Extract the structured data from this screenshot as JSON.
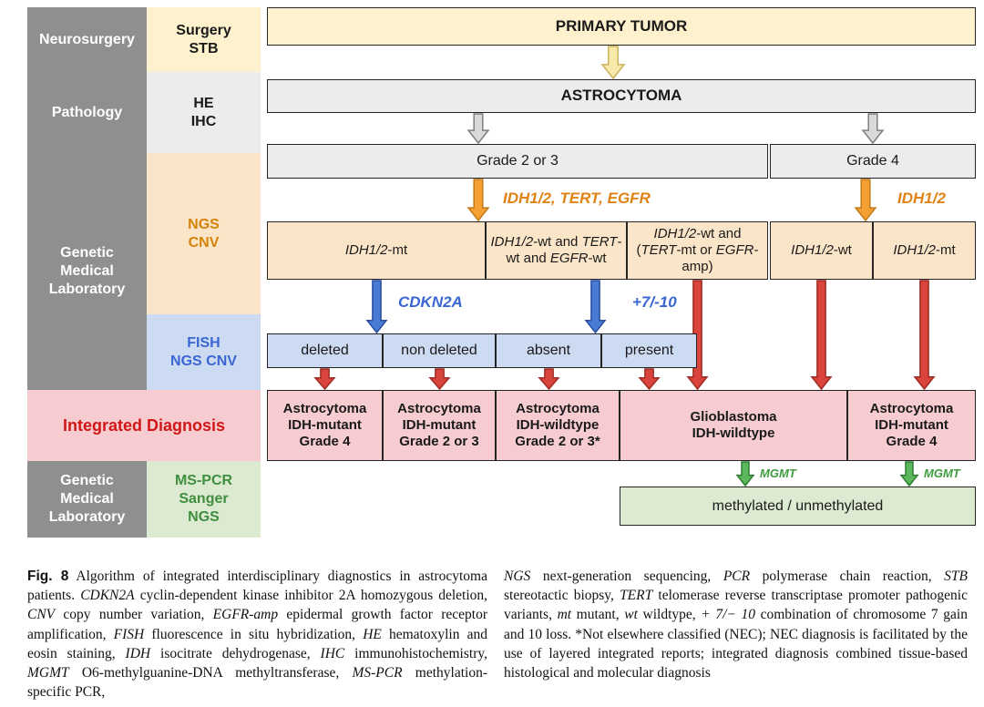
{
  "sidebar": {
    "disciplines": [
      {
        "label": "Neurosurgery"
      },
      {
        "label": "Pathology"
      },
      {
        "label": "Genetic\nMedical\nLaboratory"
      },
      {
        "label": "Genetic\nMedical\nLaboratory"
      }
    ],
    "integrated_diagnosis_label": "Integrated Diagnosis",
    "methods": [
      {
        "label": "Surgery\nSTB"
      },
      {
        "label": "HE\nIHC"
      },
      {
        "label": "NGS\nCNV"
      },
      {
        "label": "FISH\nNGS CNV"
      },
      {
        "label": "MS-PCR\nSanger\nNGS"
      }
    ]
  },
  "flow": {
    "primary_tumor": "PRIMARY TUMOR",
    "astrocytoma": "ASTROCYTOMA",
    "grade_2_3": "Grade 2 or 3",
    "grade_4": "Grade 4",
    "ngs_branch_label_left": "IDH1/2, TERT, EGFR",
    "ngs_branch_label_right": "IDH1/2",
    "ngs_row": [
      [
        {
          "t": "IDH1/2",
          "i": true
        },
        {
          "t": "-mt"
        }
      ],
      [
        {
          "t": "IDH1/2",
          "i": true
        },
        {
          "t": "-wt and "
        },
        {
          "t": "TERT",
          "i": true
        },
        {
          "t": "-wt and "
        },
        {
          "t": "EGFR",
          "i": true
        },
        {
          "t": "-wt"
        }
      ],
      [
        {
          "t": "IDH1/2",
          "i": true
        },
        {
          "t": "-wt and ("
        },
        {
          "t": "TERT",
          "i": true
        },
        {
          "t": "-mt or "
        },
        {
          "t": "EGFR",
          "i": true
        },
        {
          "t": "-amp)"
        }
      ],
      [
        {
          "t": "IDH1/2",
          "i": true
        },
        {
          "t": "-wt"
        }
      ],
      [
        {
          "t": "IDH1/2",
          "i": true
        },
        {
          "t": "-mt"
        }
      ]
    ],
    "cdkn2a_label": "CDKN2A",
    "chr710_label": "+7/-10",
    "fish_row": [
      "deleted",
      "non deleted",
      "absent",
      "present"
    ],
    "diagnosis_row": [
      "Astrocytoma\nIDH-mutant\nGrade 4",
      "Astrocytoma\nIDH-mutant\nGrade 2 or 3",
      "Astrocytoma\nIDH-wildtype\nGrade 2 or 3*",
      "Glioblastoma\nIDH-wildtype",
      "Astrocytoma\nIDH-mutant\nGrade 4"
    ],
    "mgmt_label": "MGMT",
    "methylation_box": "methylated / unmethylated"
  },
  "caption": {
    "left": [
      {
        "t": "Fig. 8",
        "b": true,
        "sans": true
      },
      {
        "t": " Algorithm of integrated interdisciplinary diagnostics in astrocytoma patients. "
      },
      {
        "t": "CDKN2A",
        "i": true
      },
      {
        "t": " cyclin-dependent kinase inhibitor 2A homozygous deletion, "
      },
      {
        "t": "CNV",
        "i": true
      },
      {
        "t": " copy number variation, "
      },
      {
        "t": "EGFR-amp",
        "i": true
      },
      {
        "t": " epidermal growth factor receptor amplification, "
      },
      {
        "t": "FISH",
        "i": true
      },
      {
        "t": " fluorescence in situ hybridization, "
      },
      {
        "t": "HE",
        "i": true
      },
      {
        "t": " hematoxylin and eosin staining, "
      },
      {
        "t": "IDH",
        "i": true
      },
      {
        "t": " isocitrate dehydrogenase, "
      },
      {
        "t": "IHC",
        "i": true
      },
      {
        "t": " immunohistochemistry, "
      },
      {
        "t": "MGMT",
        "i": true
      },
      {
        "t": " O6-methylguanine-DNA methyltransferase, "
      },
      {
        "t": "MS-PCR",
        "i": true
      },
      {
        "t": " methylation-specific PCR,"
      }
    ],
    "right": [
      {
        "t": "NGS",
        "i": true
      },
      {
        "t": " next-generation sequencing, "
      },
      {
        "t": "PCR",
        "i": true
      },
      {
        "t": " polymerase chain reaction, "
      },
      {
        "t": "STB",
        "i": true
      },
      {
        "t": " stereotactic biopsy, "
      },
      {
        "t": "TERT",
        "i": true
      },
      {
        "t": " telomerase reverse transcriptase promoter pathogenic variants, "
      },
      {
        "t": "mt",
        "i": true
      },
      {
        "t": " mutant, "
      },
      {
        "t": "wt",
        "i": true
      },
      {
        "t": " wildtype, "
      },
      {
        "t": "+ 7/− 10",
        "i": true
      },
      {
        "t": " combination of chromosome 7 gain and 10 loss. *Not elsewhere classified (NEC); NEC diagnosis is facilitated by the use of layered integrated reports; integrated diagnosis combined tissue-based histological and molecular diagnosis"
      }
    ]
  },
  "colors": {
    "sidebar_gray": "#8f8f8f",
    "cream": "#fdf2cd",
    "light_gray": "#ececec",
    "peach": "#fbe5c8",
    "light_blue": "#ccdaf2",
    "pink": "#f6ccd1",
    "light_green": "#dcead2",
    "orange_accent": "#e08214",
    "blue_accent": "#3a66d4",
    "red_accent": "#d01716",
    "green_accent": "#3f9b3f",
    "arrow_yellow": "#f7e9a9",
    "arrow_gray": "#d9d9d9",
    "arrow_orange": "#f5a033",
    "arrow_blue": "#4a7bd4",
    "arrow_red": "#d9453c",
    "arrow_green": "#5cb85c"
  }
}
